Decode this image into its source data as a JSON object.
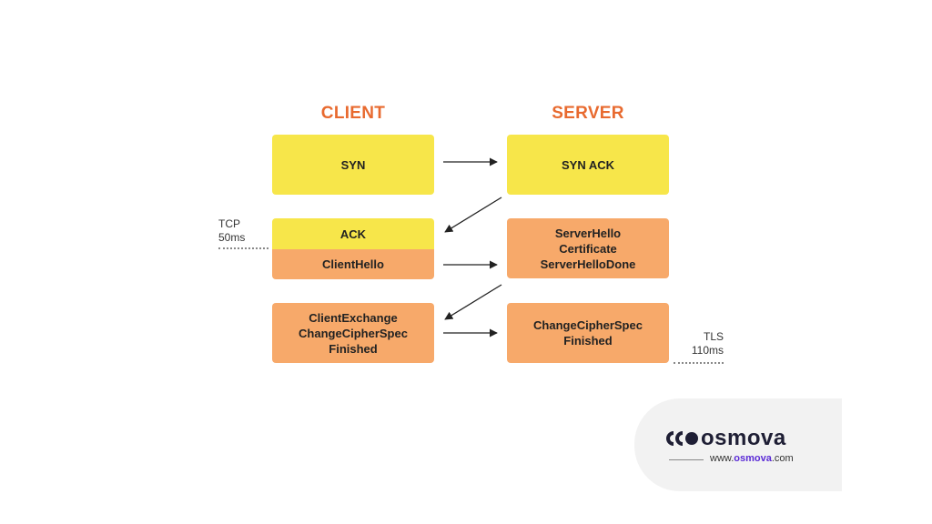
{
  "colors": {
    "heading": "#e86a2f",
    "tcp_box": "#f7e64a",
    "tls_box": "#f7a96a",
    "arrow": "#222222",
    "brand_dark": "#1f1f35",
    "brand_accent": "#5b2bd6"
  },
  "headings": {
    "client": "CLIENT",
    "server": "SERVER"
  },
  "boxes": {
    "syn": "SYN",
    "syn_ack": "SYN ACK",
    "ack": "ACK",
    "client_hello": "ClientHello",
    "server_hello": [
      "ServerHello",
      "Certificate",
      "ServerHelloDone"
    ],
    "client_exchange": [
      "ClientExchange",
      "ChangeCipherSpec",
      "Finished"
    ],
    "server_cipher": [
      "ChangeCipherSpec",
      "Finished"
    ]
  },
  "labels": {
    "tcp": [
      "TCP",
      "50ms"
    ],
    "tls": [
      "TLS",
      "110ms"
    ]
  },
  "brand": {
    "icon": "osmova-logo-icon",
    "name": "osmova",
    "url_prefix": "www.",
    "url_accent": "osmova",
    "url_suffix": ".com"
  }
}
